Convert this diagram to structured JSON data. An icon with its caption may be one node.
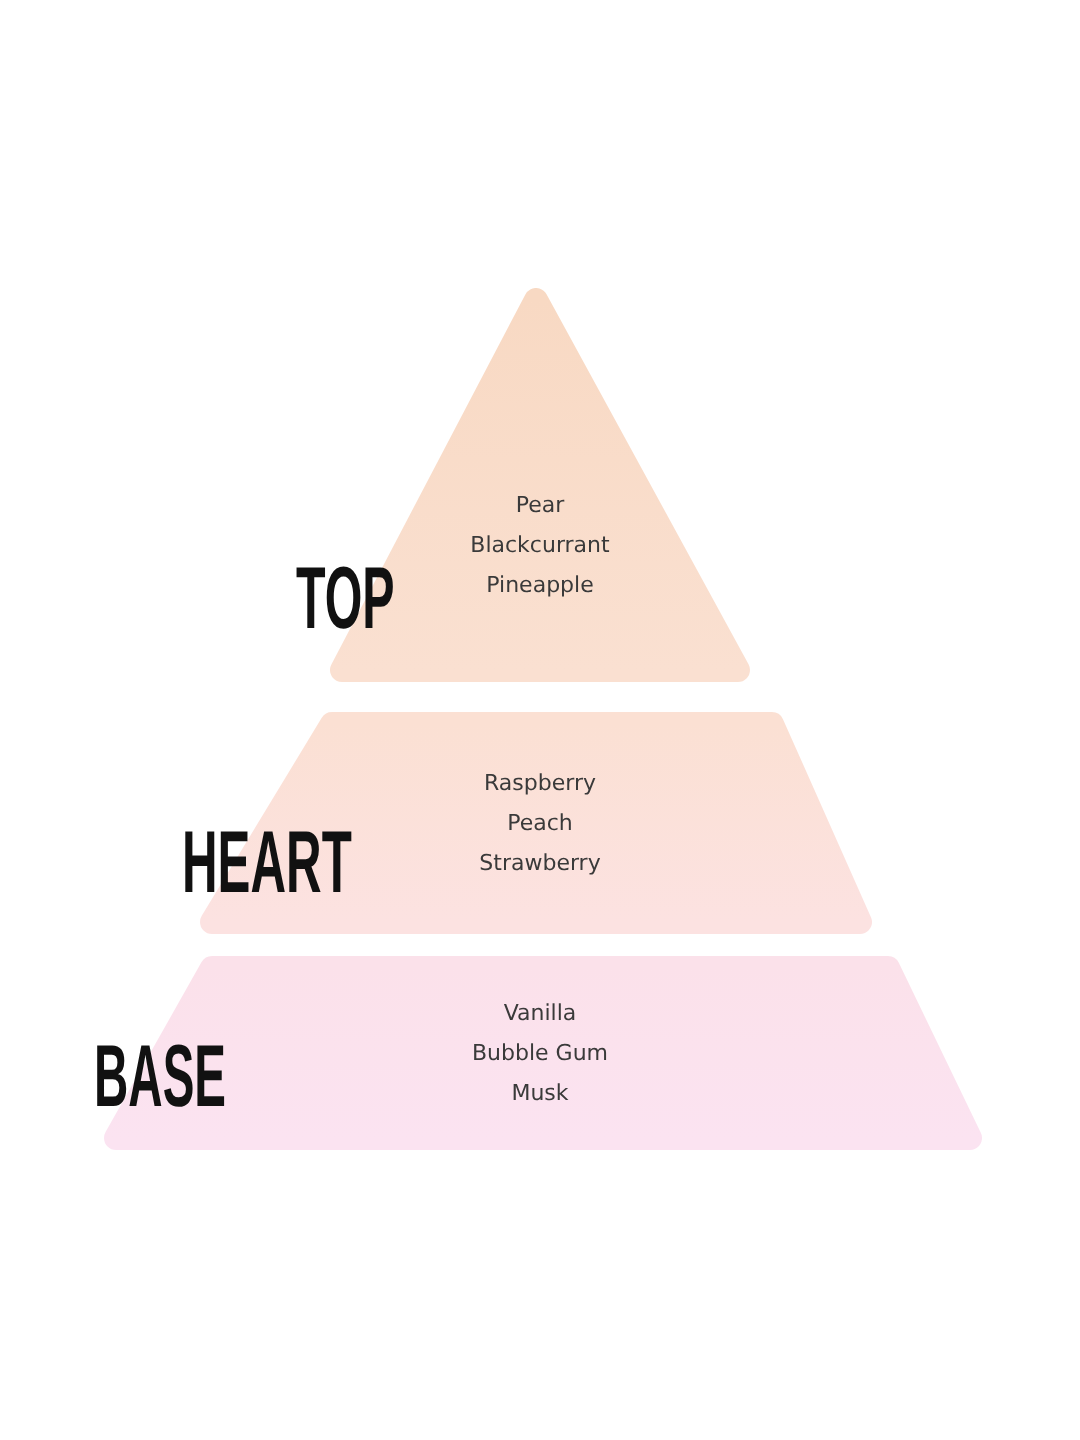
{
  "diagram": {
    "nodes": [
      {
        "text": [
          "TOP",
          "Pear",
          "Blackcurrant",
          "Pineapple"
        ]
      },
      {
        "text": [
          "HEART",
          "Raspberry",
          "Peach",
          "Strawberry"
        ]
      },
      {
        "text": [
          "BASE",
          "Vanilla",
          "Bubble Gum",
          "Musk"
        ]
      }
    ]
  }
}
